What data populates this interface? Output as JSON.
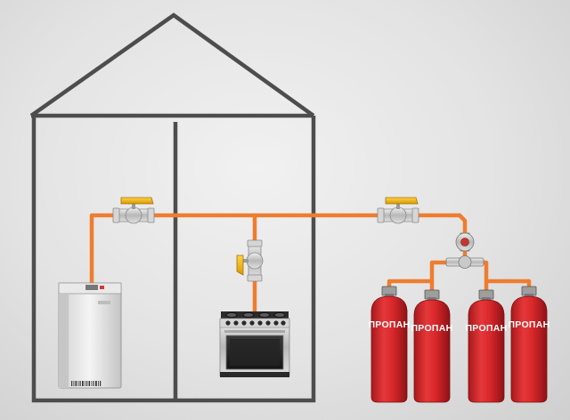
{
  "diagram": {
    "colors": {
      "background": "#e6e6e6",
      "house_outline": "#4d4d4d",
      "gas_pipe": "#ee7d2f",
      "cylinder_body": "#d9272a",
      "valve_handle": "#f2b400",
      "valve_body": "#c9c9c9"
    },
    "cylinders": [
      {
        "label": "ПРОПАН"
      },
      {
        "label": "ПРОПАН"
      },
      {
        "label": "ПРОПАН"
      },
      {
        "label": "ПРОПАН"
      }
    ],
    "components": {
      "boiler": "gas-boiler-icon",
      "stove": "gas-stove-icon",
      "valves": [
        "ball-valve-icon",
        "ball-valve-icon",
        "ball-valve-icon"
      ],
      "regulator": "gas-regulator-icon"
    }
  }
}
